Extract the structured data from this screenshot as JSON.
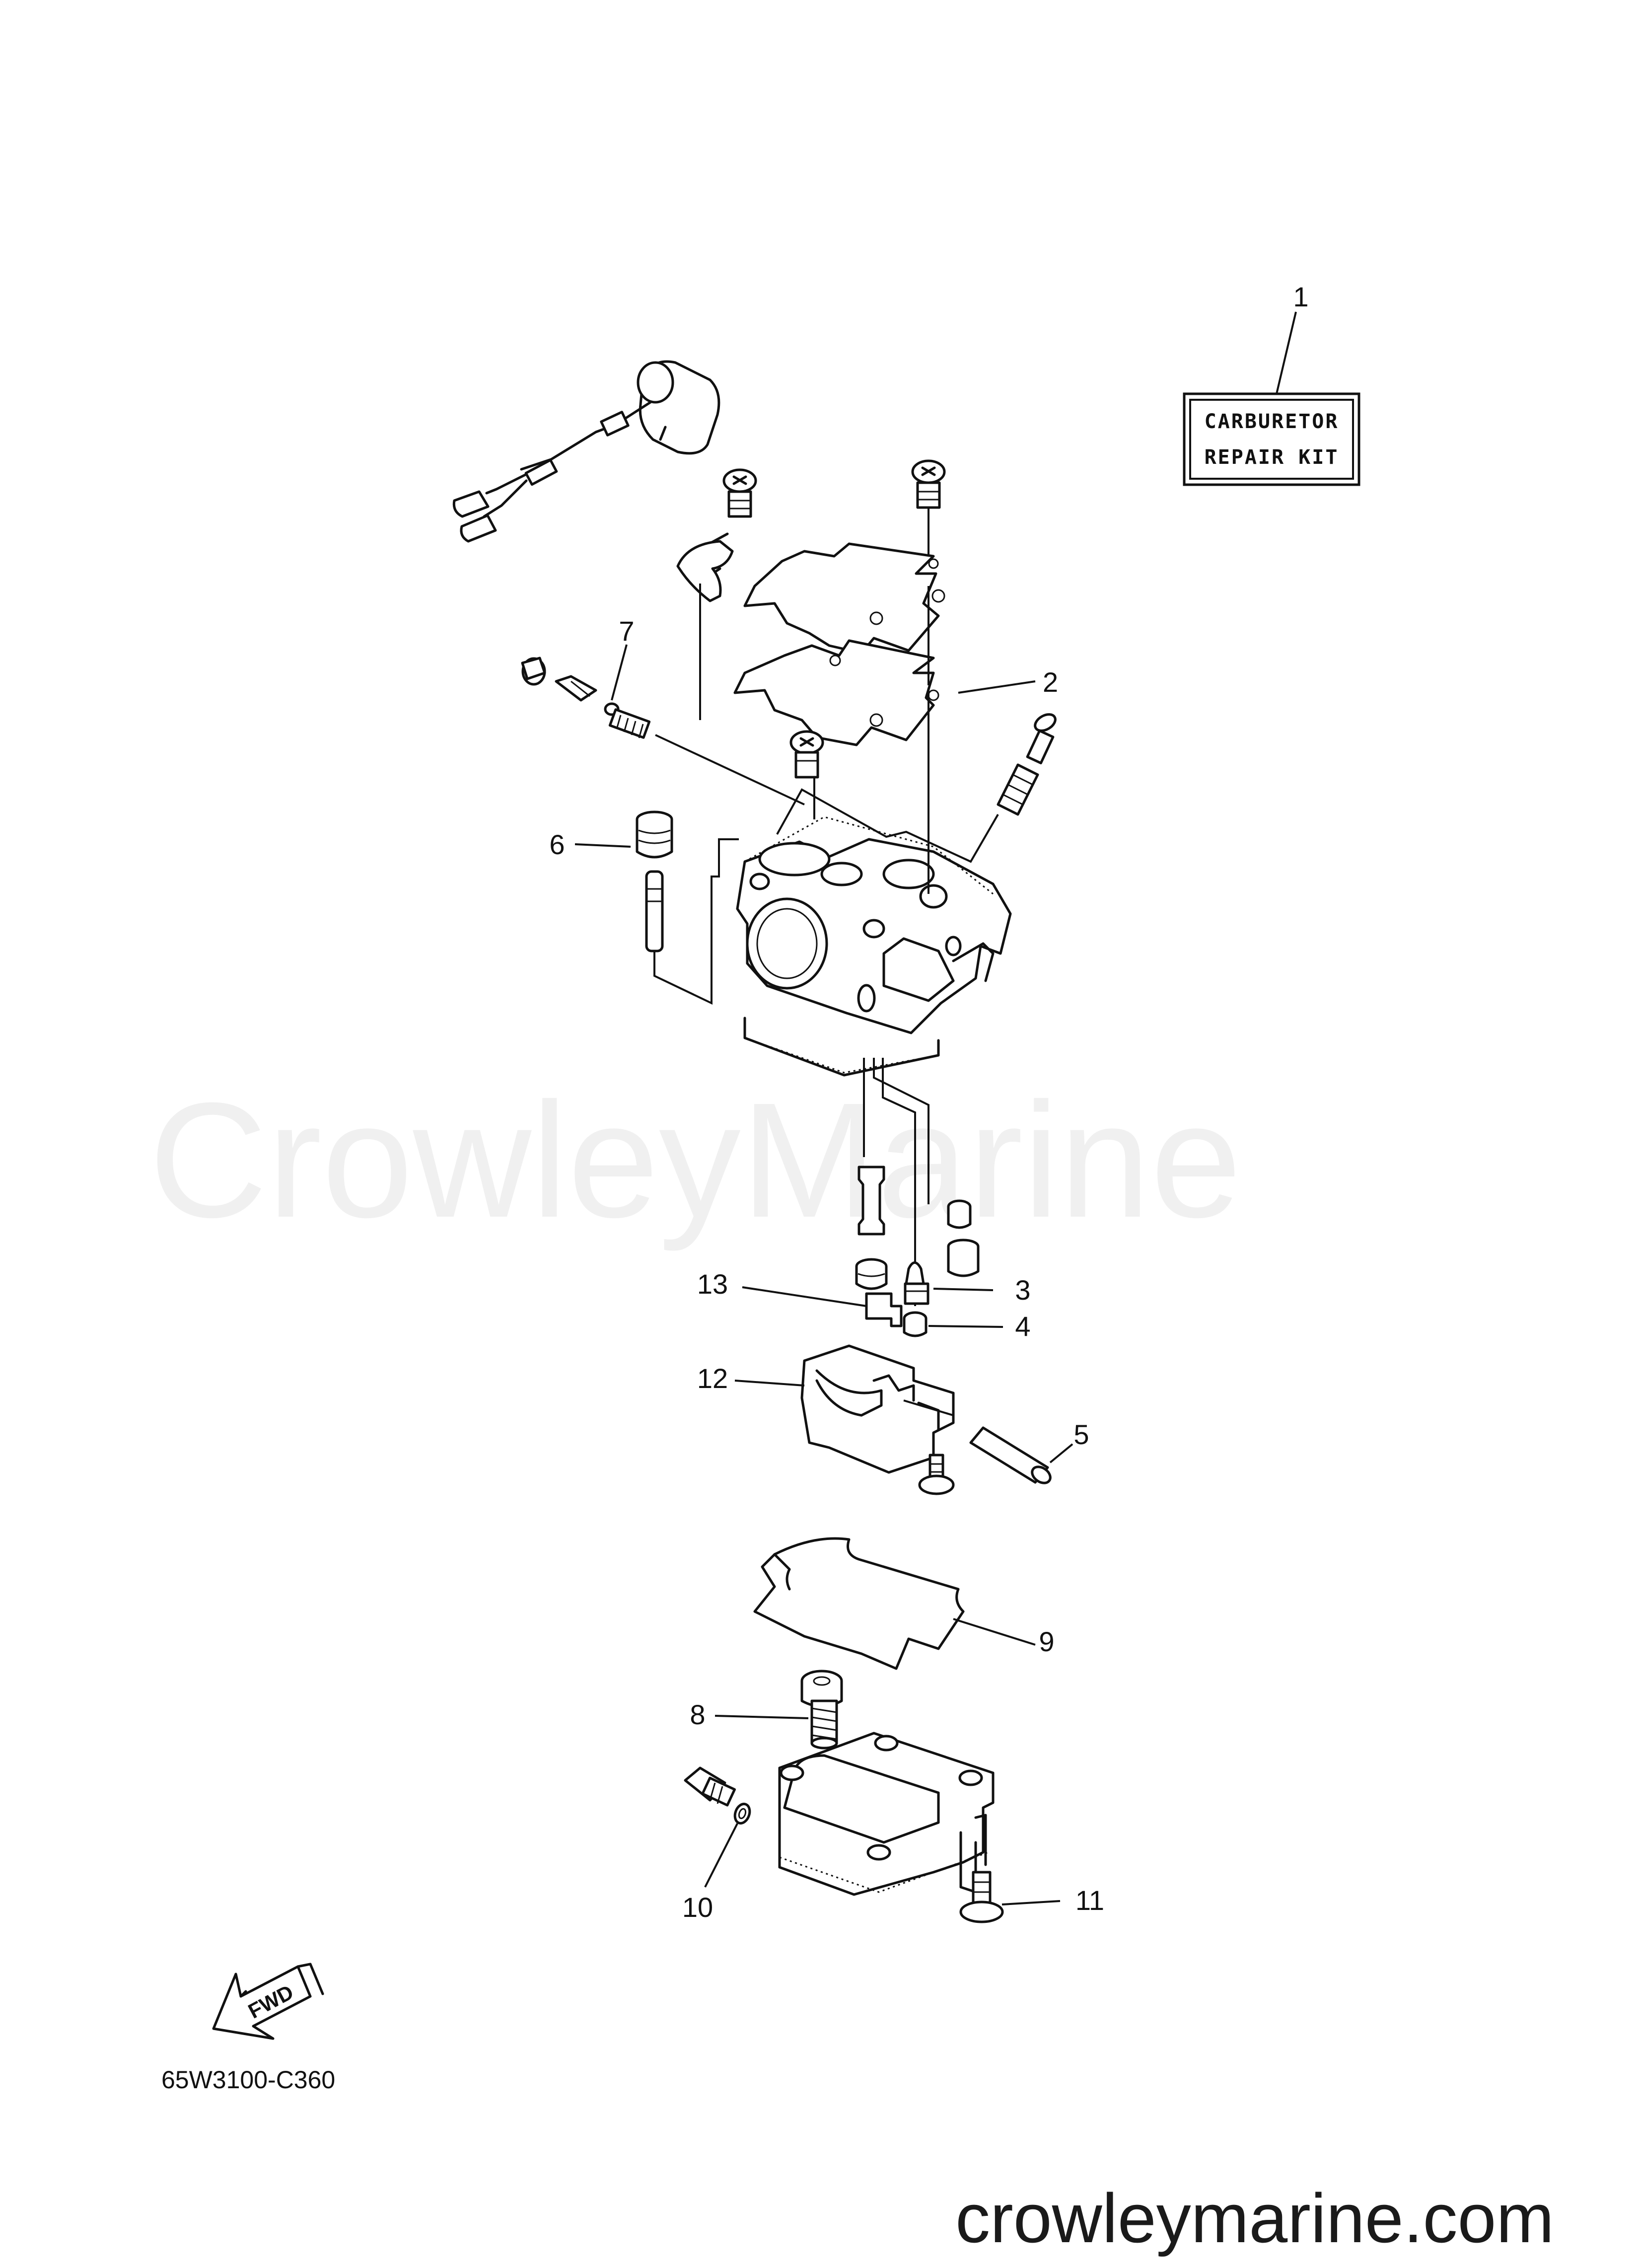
{
  "diagram": {
    "callouts": [
      "1",
      "2",
      "3",
      "4",
      "5",
      "6",
      "7",
      "8",
      "9",
      "10",
      "11",
      "12",
      "13"
    ],
    "kit_label": {
      "line1": "CARBURETOR",
      "line2": "REPAIR KIT"
    },
    "fwd_arrow": "FWD",
    "diagram_code": "65W3100-C360"
  },
  "watermark": "CrowleyMarine",
  "footer_url": "crowleymarine.com"
}
